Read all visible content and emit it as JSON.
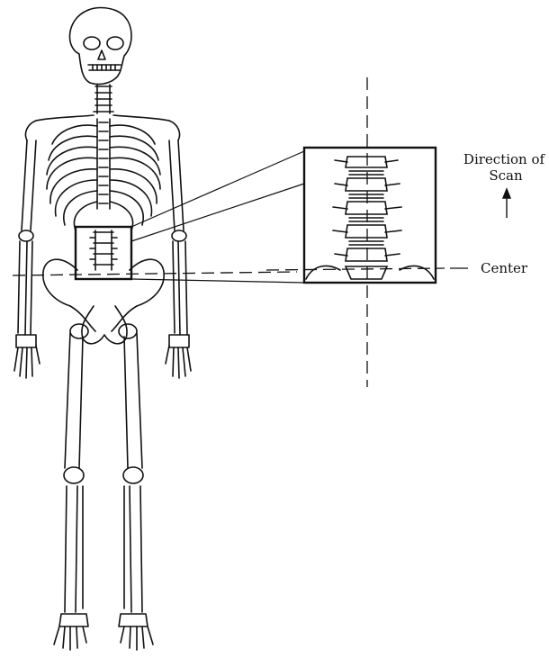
{
  "labels": {
    "direction_line1": "Direction of",
    "direction_line2": "Scan",
    "center": "Center"
  },
  "icons": {
    "direction_arrow": "arrow-up-icon"
  },
  "colors": {
    "ink": "#111111",
    "paper": "#ffffff"
  }
}
